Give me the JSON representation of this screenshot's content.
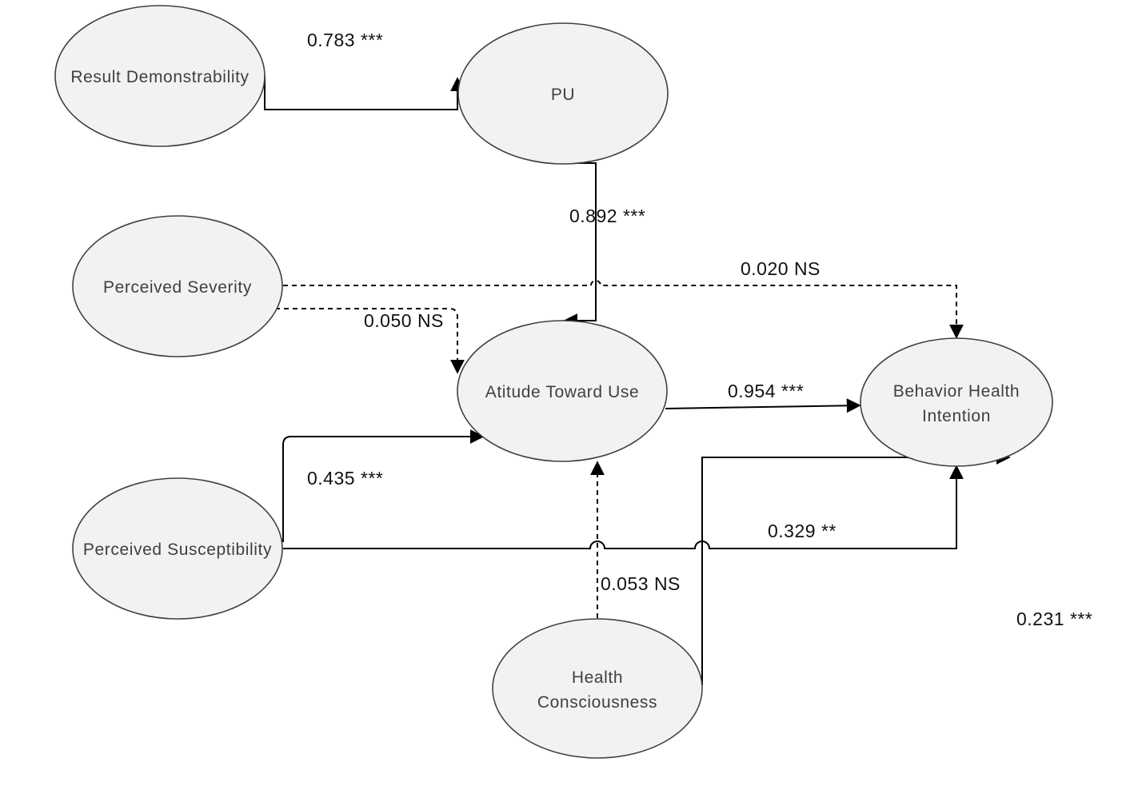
{
  "nodes": {
    "result_demonstrability": {
      "lines": [
        "Result Demonstrability"
      ]
    },
    "pu": {
      "lines": [
        "PU"
      ]
    },
    "perceived_severity": {
      "lines": [
        "Perceived Severity"
      ]
    },
    "attitude_toward_use": {
      "lines": [
        "Atitude Toward Use"
      ]
    },
    "behavior_health_intention": {
      "lines": [
        "Behavior Health",
        "Intention"
      ]
    },
    "perceived_susceptibility": {
      "lines": [
        "Perceived Susceptibility"
      ]
    },
    "health_consciousness": {
      "lines": [
        "Health",
        "Consciousness"
      ]
    }
  },
  "paths": {
    "rd_to_pu": {
      "from": "Result Demonstrability",
      "to": "PU",
      "coefficient": "0.783",
      "significance": "***",
      "label": "0.783 ***",
      "style": "solid"
    },
    "pu_to_atu": {
      "from": "PU",
      "to": "Atitude Toward Use",
      "coefficient": "0.892",
      "significance": "***",
      "label": "0.892 ***",
      "style": "solid"
    },
    "ps_to_bhi": {
      "from": "Perceived Severity",
      "to": "Behavior Health Intention",
      "coefficient": "0.020",
      "significance": "NS",
      "label": "0.020 NS",
      "style": "dashed"
    },
    "ps_to_atu": {
      "from": "Perceived Severity",
      "to": "Atitude Toward Use",
      "coefficient": "0.050",
      "significance": "NS",
      "label": "0.050 NS",
      "style": "dashed"
    },
    "atu_to_bhi": {
      "from": "Atitude Toward Use",
      "to": "Behavior Health Intention",
      "coefficient": "0.954",
      "significance": "***",
      "label": "0.954 ***",
      "style": "solid"
    },
    "psus_to_atu": {
      "from": "Perceived Susceptibility",
      "to": "Atitude Toward Use",
      "coefficient": "0.435",
      "significance": "***",
      "label": "0.435 ***",
      "style": "solid"
    },
    "psus_to_bhi": {
      "from": "Perceived Susceptibility",
      "to": "Behavior Health Intention",
      "coefficient": "0.329",
      "significance": "**",
      "label": "0.329 **",
      "style": "solid"
    },
    "hc_to_atu": {
      "from": "Health Consciousness",
      "to": "Atitude Toward Use",
      "coefficient": "0.053",
      "significance": "NS",
      "label": "0.053 NS",
      "style": "dashed"
    },
    "hc_to_bhi": {
      "from": "Health Consciousness",
      "to": "Behavior Health Intention",
      "coefficient": "0.231",
      "significance": "***",
      "label": "0.231 ***",
      "style": "solid"
    }
  }
}
